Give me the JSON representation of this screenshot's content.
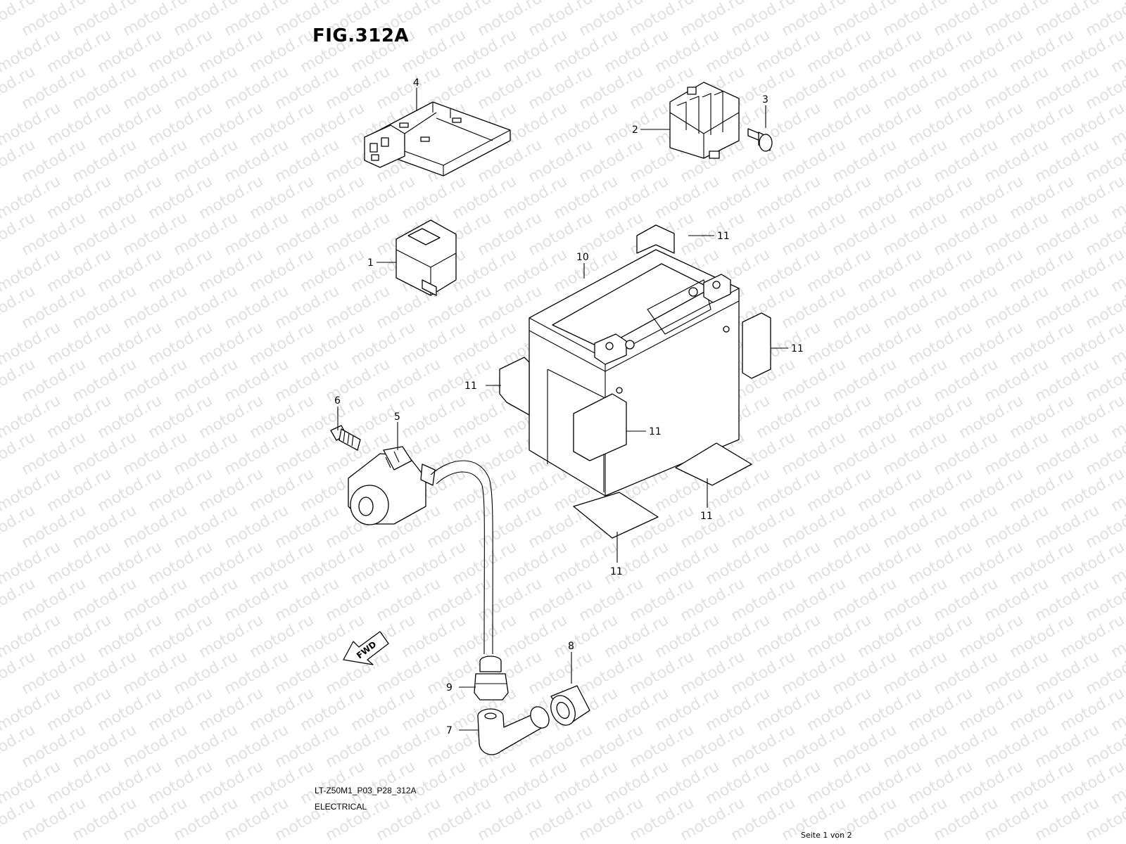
{
  "header": {
    "figure_title": "FIG.312A"
  },
  "watermark": {
    "text": "motod.ru"
  },
  "footer": {
    "drawing_code": "LT-Z50M1_P03_P28_312A",
    "section_name": "ELECTRICAL",
    "page_info": "Seite 1 von 2"
  },
  "fwd_arrow": {
    "label": "FWD"
  },
  "callouts": {
    "c1": "1",
    "c2": "2",
    "c3": "3",
    "c4": "4",
    "c5": "5",
    "c6": "6",
    "c7": "7",
    "c8": "8",
    "c9": "9",
    "c10": "10",
    "c11a": "11",
    "c11b": "11",
    "c11c": "11",
    "c11d": "11",
    "c11e": "11",
    "c11f": "11"
  }
}
